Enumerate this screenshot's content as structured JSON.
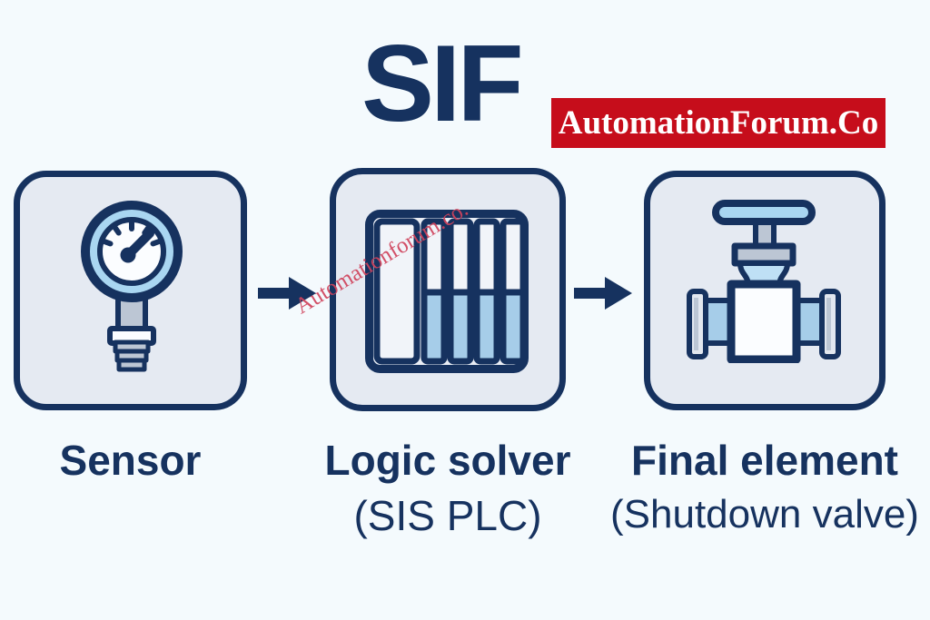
{
  "title": "SIF",
  "brand": {
    "label": "AutomationForum.Co",
    "bg_color": "#C60D1B",
    "text_color": "#FFFFFF"
  },
  "watermark": {
    "text": "Automationforum.co.",
    "color": "#D0435C"
  },
  "flow": {
    "blocks": [
      {
        "label": "Sensor",
        "sublabel": "",
        "icon": "pressure-gauge-icon"
      },
      {
        "label": "Logic solver",
        "sublabel": "(SIS PLC)",
        "icon": "plc-rack-icon"
      },
      {
        "label": "Final element",
        "sublabel": "(Shutdown valve)",
        "icon": "shutdown-valve-icon"
      }
    ],
    "connector_icon": "arrow-right-icon"
  },
  "colors": {
    "navy": "#16325F",
    "block_fill": "#E5EAF2",
    "light_blue": "#A6CDE9",
    "gauge_blue": "#A9D6F1",
    "gray": "#BCC6D4",
    "background": "#F4FAFD",
    "banner_red": "#C60D1B",
    "banner_text": "#FFFFFF",
    "watermark_red": "#D0435C"
  }
}
